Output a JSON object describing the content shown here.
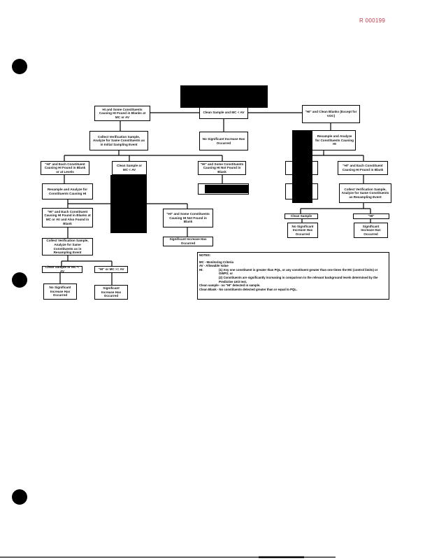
{
  "bates_number": "R 000199",
  "flowchart": {
    "boxes": {
      "a": "HI and Some Constituents Causing HI Found in Blanks at MC or AV",
      "b": "Clean Sample and MC < AV",
      "c": "\"HI\" and Clean Blanks (Except for VOC)",
      "d": "Collect Verification Sample, Analyze for Same Constituents as in Initial Sampling Event",
      "e": "No Significant Increase Has Occurred",
      "f": "Resample and Analyze for Constituents Causing HI",
      "g": "\"HI\" and Each Constituent Causing HI Found in Blank or at Levels",
      "h": "Clean Sample or MC < AV",
      "i": "\"HI\" and Some Constituents Causing HI Not Found in Blank",
      "k": "\"HI\" and Each Constituent Causing HI Found in Blank",
      "l": "Resample and Analyze for Constituents Causing HI",
      "m": "Collect Verification Sample, Analyze for Same Constituents as Resampling Event",
      "n": "\"HI\" and Each Constituent Causing HI Found in Blanks at MC or AV and Also Found in Blank",
      "o": "\"HI\" and Some Constituents Causing HI Not Found in Blank",
      "p": "Clean Sample",
      "q": "\"HI\"",
      "r": "Collect Verification Sample, Analyze for Same Constituents as in Resampling Event",
      "s": "Significant Increase Has Occurred",
      "t": "No Significant Increase Has Occurred",
      "u": "Significant Increase Has Occurred",
      "v": "Clean Sample or MC < AV",
      "w": "\"HI\" or MC >= AV",
      "x": "No Significant Increase Has Occurred",
      "y": "Significant Increase Has Occurred"
    }
  },
  "notes": {
    "heading": "NOTES:",
    "mc": "MC - Monitoring Criteria",
    "av": "AV - Allowable Value",
    "hi_label": "HI:",
    "hi_1": "(1) Any one constituent is greater than PQL, or any constituent greater than one times the MC (control limits) or GWPS; or",
    "hi_2": "(2) Constituents are significantly increasing in comparison to the relevant background levels determined by the Predictive Unit test.",
    "clean_sample": "Clean sample - no \"HI\" detected in sample.",
    "clean_blank": "Clean Blank - No constituents detected greater than or equal to PQL."
  }
}
